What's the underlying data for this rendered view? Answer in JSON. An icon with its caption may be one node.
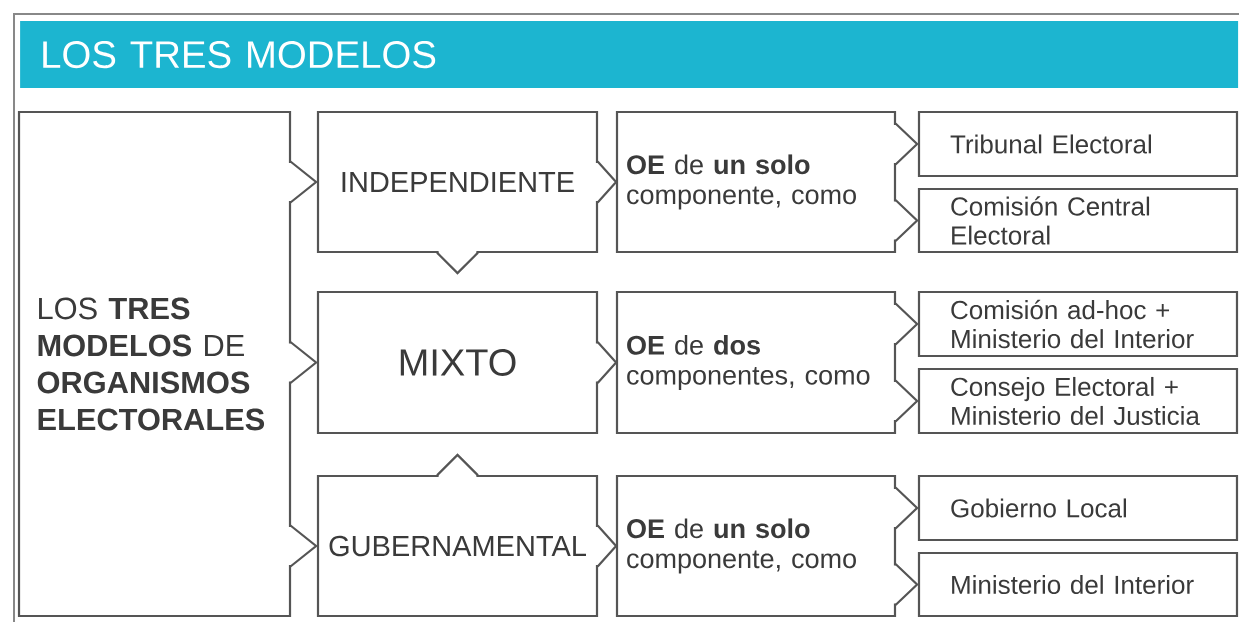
{
  "diagram": {
    "title": "LOS TRES MODELOS",
    "nodes": [
      {
        "text": [
          "LOS **TRES MODELOS** DE **ORGANISMOS ELECTORALES**"
        ]
      },
      {
        "text": [
          "INDEPENDIENTE"
        ]
      },
      {
        "text": [
          "**OE** de **un solo** componente, como"
        ]
      },
      {
        "text": [
          "Tribunal Electoral"
        ]
      },
      {
        "text": [
          "Comisión Central Electoral"
        ]
      },
      {
        "text": [
          "MIXTO"
        ]
      },
      {
        "text": [
          "**OE** de **dos** componentes, como"
        ]
      },
      {
        "text": [
          "Comisión ad-hoc + Ministerio del Interior"
        ]
      },
      {
        "text": [
          "Consejo Electoral + Ministerio del Justicia"
        ]
      },
      {
        "text": [
          "GUBERNAMENTAL"
        ]
      },
      {
        "text": [
          "**OE** de **un solo** componente, como"
        ]
      },
      {
        "text": [
          "Gobierno Local"
        ]
      },
      {
        "text": [
          "Ministerio del Interior"
        ]
      }
    ],
    "edges": [
      {
        "from": 0,
        "to": 1,
        "arrow": "to"
      },
      {
        "from": 0,
        "to": 5,
        "arrow": "to"
      },
      {
        "from": 0,
        "to": 9,
        "arrow": "to"
      },
      {
        "from": 1,
        "to": 2,
        "arrow": "to"
      },
      {
        "from": 1,
        "to": 5,
        "arrow": "to"
      },
      {
        "from": 2,
        "to": 3,
        "arrow": "to"
      },
      {
        "from": 2,
        "to": 4,
        "arrow": "to"
      },
      {
        "from": 5,
        "to": 6,
        "arrow": "to"
      },
      {
        "from": 6,
        "to": 7,
        "arrow": "to"
      },
      {
        "from": 6,
        "to": 8,
        "arrow": "to"
      },
      {
        "from": 9,
        "to": 5,
        "arrow": "to"
      },
      {
        "from": 9,
        "to": 10,
        "arrow": "to"
      },
      {
        "from": 10,
        "to": 11,
        "arrow": "to"
      },
      {
        "from": 10,
        "to": 12,
        "arrow": "to"
      }
    ]
  }
}
